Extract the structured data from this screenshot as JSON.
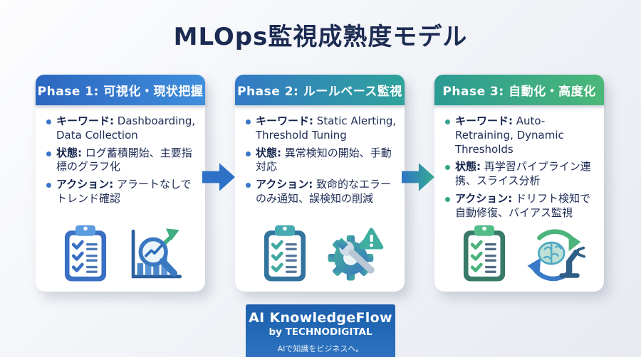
{
  "title": "MLOps監視成熟度モデル",
  "colors": {
    "title_text": "#1c2b52",
    "card_bg": "#ffffff",
    "phase1_gradient": [
      "#2c67c0",
      "#3f8edc"
    ],
    "phase2_gradient": [
      "#3379c6",
      "#2fa39b"
    ],
    "phase3_gradient": [
      "#2b9b94",
      "#4cb878"
    ],
    "arrow1": "#2e72c8",
    "arrow2_gradient": [
      "#2f74c4",
      "#35ad92"
    ],
    "badge_bg": "#2166b3",
    "bullet_blue": "#3a76c8",
    "bullet_green": "#35a58d"
  },
  "phases": [
    {
      "header": "Phase 1: 可視化・現状把握",
      "bullets": [
        {
          "label": "キーワード:",
          "text": "Dashboarding, Data Collection"
        },
        {
          "label": "状態:",
          "text": "ログ蓄積開始、主要指標のグラフ化"
        },
        {
          "label": "アクション:",
          "text": "アラートなしでトレンド確認"
        }
      ],
      "icons": [
        "clipboard-checklist-icon",
        "chart-magnifier-growth-icon"
      ]
    },
    {
      "header": "Phase 2: ルールベース監視",
      "bullets": [
        {
          "label": "キーワード:",
          "text": "Static Alerting, Threshold Tuning"
        },
        {
          "label": "状態:",
          "text": "異常検知の開始、手動対応"
        },
        {
          "label": "アクション:",
          "text": "致命的なエラーのみ通知、誤検知の削減"
        }
      ],
      "icons": [
        "clipboard-checklist-icon",
        "gear-wrench-warning-icon"
      ]
    },
    {
      "header": "Phase 3: 自動化・高度化",
      "bullets": [
        {
          "label": "キーワード:",
          "text": "Auto-Retraining, Dynamic Thresholds"
        },
        {
          "label": "状態:",
          "text": "再学習パイプライン連携、スライス分析"
        },
        {
          "label": "アクション:",
          "text": "ドリフト検知で自動修復、バイアス監視"
        }
      ],
      "icons": [
        "clipboard-checklist-icon",
        "brain-cycle-robot-arm-icon"
      ]
    }
  ],
  "footer": {
    "brand": "AI KnowledgeFlow",
    "by": "by TECHNODIGITAL",
    "tagline": "AIで知識をビジネスへ。"
  }
}
